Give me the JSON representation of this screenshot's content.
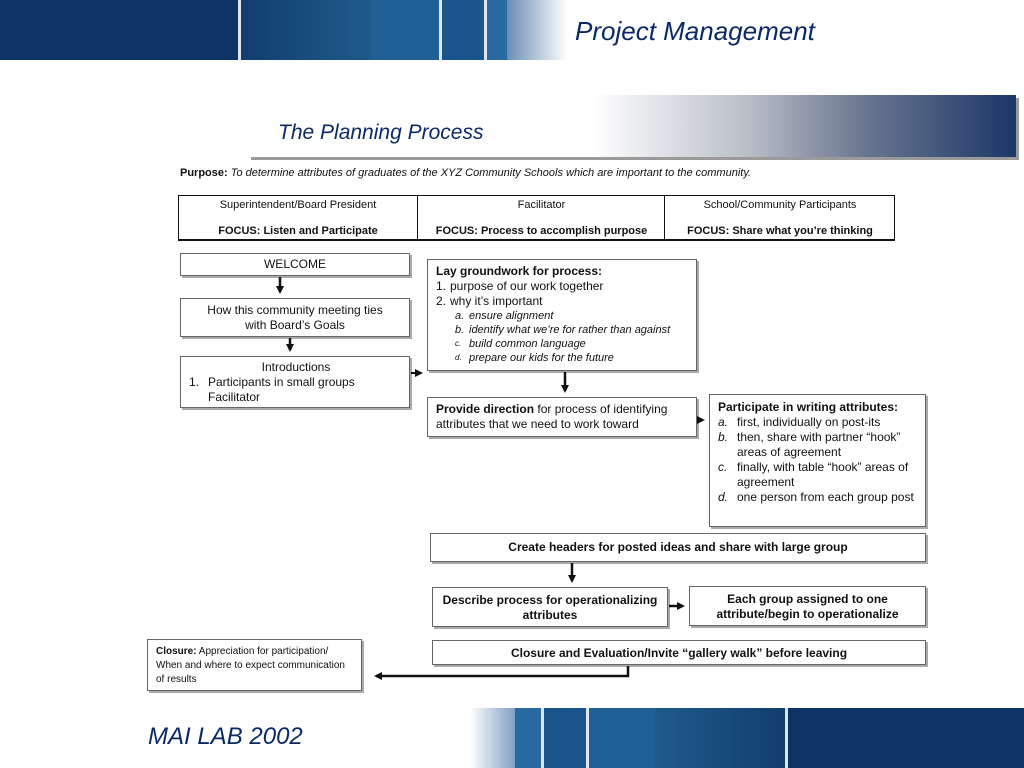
{
  "header": {
    "title": "Project Management"
  },
  "slide": {
    "subtitle": "The Planning Process"
  },
  "footer": {
    "title": "MAI LAB 2002"
  },
  "colors": {
    "navy": "#0a2a66",
    "banner_dark": "#0e3366",
    "banner_mid": "#1f5a8c"
  },
  "purpose": {
    "label": "Purpose:",
    "text": "To determine attributes of graduates of the XYZ Community Schools which are important to the community."
  },
  "roles": [
    {
      "name": "Superintendent/Board President",
      "focus": "FOCUS:  Listen and Participate"
    },
    {
      "name": "Facilitator",
      "focus": "FOCUS:  Process to accomplish purpose"
    },
    {
      "name": "School/Community Participants",
      "focus": "FOCUS:  Share what you’re thinking"
    }
  ],
  "steps": {
    "welcome": "WELCOME",
    "ties": "How this community meeting ties with Board’s Goals",
    "introductions": {
      "title": "Introductions",
      "item_marker": "1.",
      "item_text": "Participants in small groups Facilitator"
    },
    "groundwork": {
      "title": "Lay groundwork for process:",
      "items": [
        {
          "marker": "1.",
          "text": "purpose of our work together"
        },
        {
          "marker": "2.",
          "text": "why it’s important"
        }
      ],
      "subitems": [
        {
          "marker": "a.",
          "text": "ensure alignment"
        },
        {
          "marker": "b.",
          "text": "identify what we’re for rather than against"
        },
        {
          "marker": "c.",
          "text": "build common language"
        },
        {
          "marker": "d.",
          "text": "prepare our kids for the future"
        }
      ]
    },
    "direction": {
      "bold": "Provide direction",
      "rest": " for process of identifying attributes that we need to work toward"
    },
    "participate": {
      "title": "Participate in writing attributes:",
      "items": [
        {
          "marker": "a.",
          "text": "first, individually on post-its"
        },
        {
          "marker": "b.",
          "text": "then, share with partner “hook” areas of agreement"
        },
        {
          "marker": "c.",
          "text": "finally, with table “hook” areas of agreement"
        },
        {
          "marker": "d.",
          "text": "one person from each group post"
        }
      ]
    },
    "headers": "Create headers for posted ideas and share with large group",
    "describe": "Describe process for operationalizing attributes",
    "each_group": "Each group assigned to one attribute/begin to operationalize",
    "closure_eval": "Closure and Evaluation/Invite “gallery walk” before leaving",
    "closure": {
      "label": "Closure:",
      "text": " Appreciation for participation/ When and where to expect communication of results"
    }
  }
}
